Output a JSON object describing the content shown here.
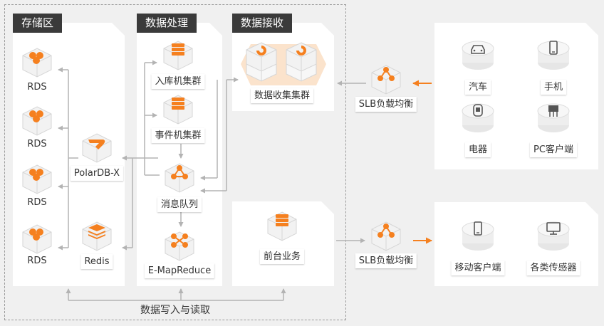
{
  "sections": {
    "storage": "存储区",
    "processing": "数据处理",
    "receiving": "数据接收"
  },
  "storage": {
    "rds_labels": [
      "RDS",
      "RDS",
      "RDS",
      "RDS"
    ],
    "polardb": "PolarDB-X",
    "redis": "Redis"
  },
  "processing": {
    "ingest_cluster": "入库机集群",
    "event_cluster": "事件机集群",
    "message_queue": "消息队列",
    "emapreduce": "E-MapReduce"
  },
  "receiving": {
    "collect_cluster": "数据收集集群"
  },
  "frontend": {
    "business": "前台业务"
  },
  "slb": {
    "top": "SLB负载均衡",
    "bottom": "SLB负载均衡"
  },
  "devices_top": {
    "car": "汽车",
    "phone": "手机",
    "appliance": "电器",
    "pc_client": "PC客户端"
  },
  "devices_bottom": {
    "mobile_client": "移动客户端",
    "sensors": "各类传感器"
  },
  "footer": {
    "rw_label": "数据写入与读取"
  },
  "colors": {
    "accent": "#f5801f",
    "arrow_gray": "#b3b3b3",
    "tab_bg": "#3a3a3a",
    "highlight": "#fbe3cc"
  }
}
